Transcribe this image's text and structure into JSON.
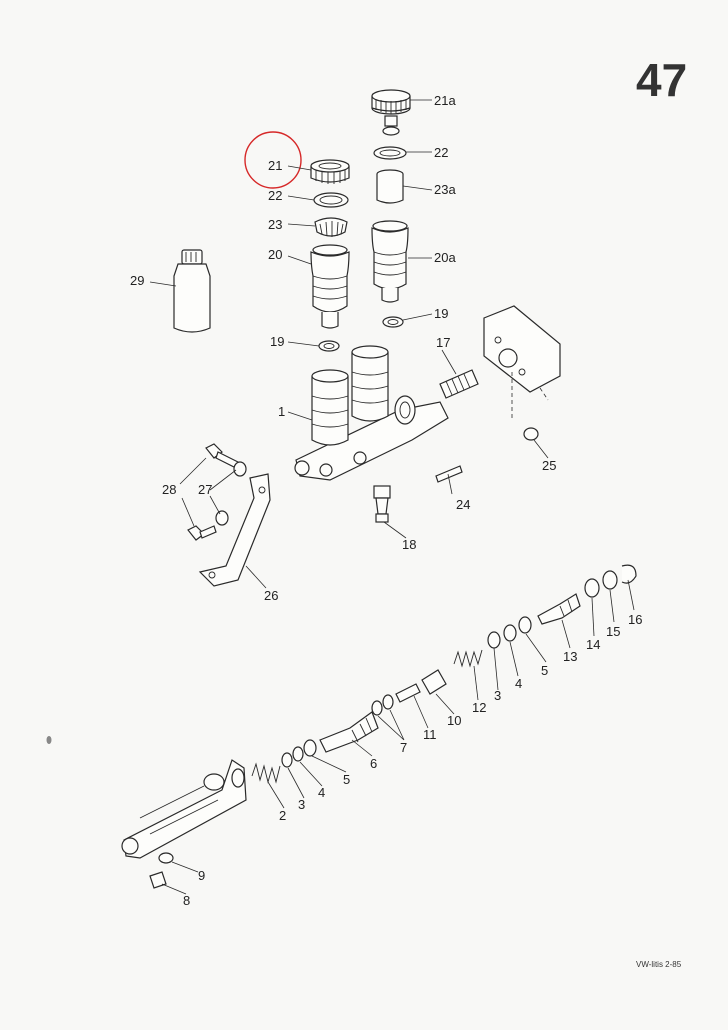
{
  "page_number": "47",
  "footer": "VW-litis 2-85",
  "colors": {
    "ink": "#2a2a2a",
    "paper": "#f8f8f6",
    "highlight_circle": "#d62828"
  },
  "highlight": {
    "label": "21"
  },
  "callouts": {
    "c21a": "21a",
    "c22a": "22",
    "c23a": "23a",
    "c21": "21",
    "c22b": "22",
    "c23": "23",
    "c20": "20",
    "c20a": "20a",
    "c29": "29",
    "c19a": "19",
    "c19b": "19",
    "c17": "17",
    "c1": "1",
    "c25": "25",
    "c28": "28",
    "c27": "27",
    "c24": "24",
    "c18": "18",
    "c26": "26",
    "c16": "16",
    "c15": "15",
    "c14": "14",
    "c13": "13",
    "c5a": "5",
    "c4a": "4",
    "c3a": "3",
    "c12": "12",
    "c10": "10",
    "c11": "11",
    "c7": "7",
    "c6": "6",
    "c5b": "5",
    "c4b": "4",
    "c3b": "3",
    "c2": "2",
    "c9": "9",
    "c8": "8"
  }
}
